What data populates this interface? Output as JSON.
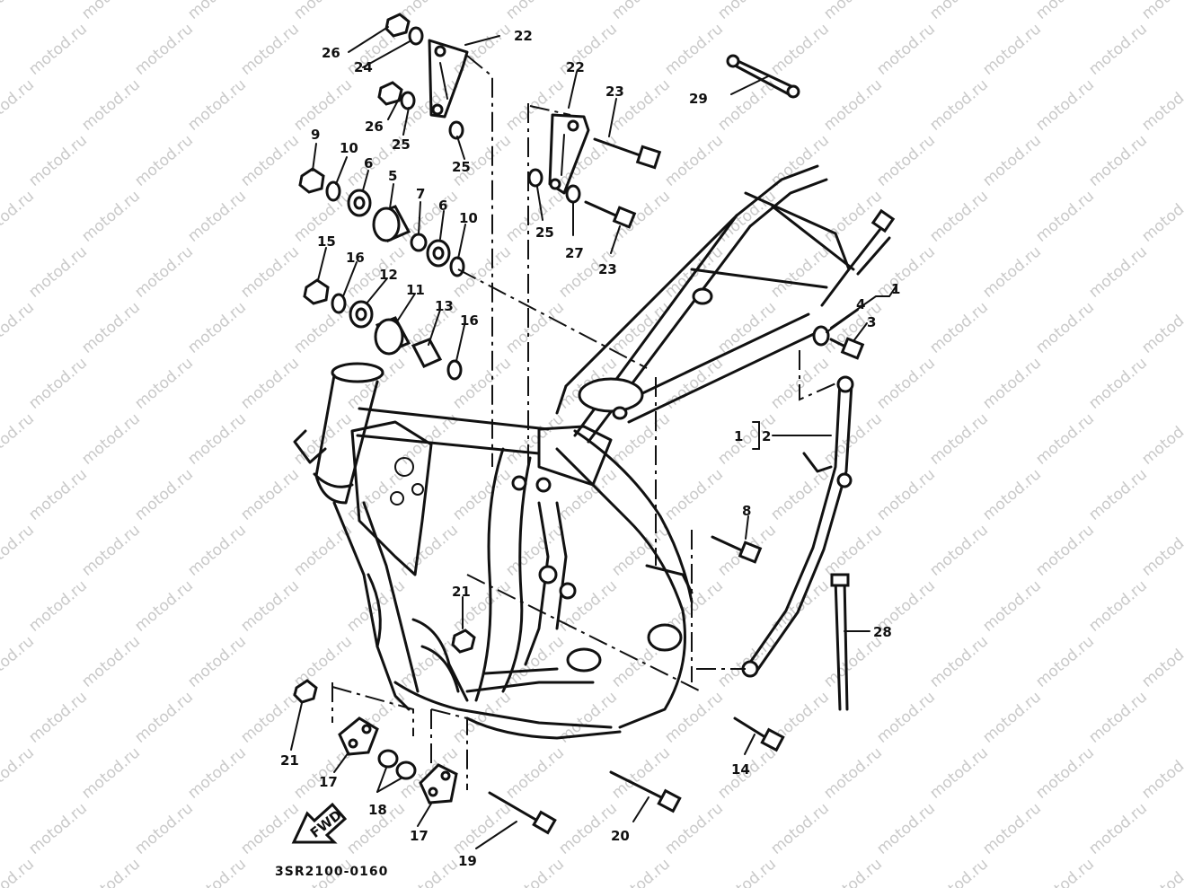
{
  "diagram": {
    "watermark": "motod.ru",
    "drawing_code": "3SR2100-0160",
    "fwd_label": "FWD",
    "callouts": [
      "1",
      "2",
      "3",
      "4",
      "5",
      "6",
      "6",
      "7",
      "8",
      "9",
      "10",
      "10",
      "11",
      "12",
      "13",
      "14",
      "15",
      "16",
      "16",
      "17",
      "17",
      "18",
      "19",
      "20",
      "21",
      "21",
      "22",
      "22",
      "23",
      "23",
      "24",
      "25",
      "25",
      "25",
      "26",
      "26",
      "27",
      "28",
      "29"
    ]
  }
}
